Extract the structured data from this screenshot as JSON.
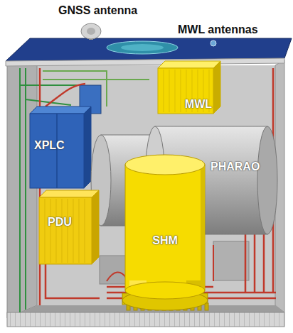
{
  "diagram": {
    "nodes": [
      {
        "text": [
          "MWL"
        ]
      },
      {
        "text": [
          "XPLC"
        ]
      },
      {
        "text": [
          "PHARAO"
        ]
      },
      {
        "text": [
          "PDU"
        ]
      },
      {
        "text": [
          "SHM"
        ]
      }
    ],
    "labels": [
      "GNSS antenna",
      "MWL antennas"
    ]
  }
}
